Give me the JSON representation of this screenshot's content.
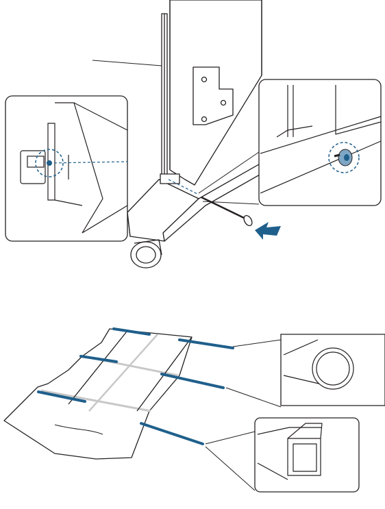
{
  "figure": {
    "panels": [
      {
        "id": "stand-leg-assembly",
        "description_icons": [
          "stand-upright",
          "foot-beam",
          "caster-wheel",
          "bolt",
          "push-arrow",
          "dashed-guide"
        ]
      },
      {
        "id": "paper-rods",
        "description_icons": [
          "paper-sheet",
          "round-rod",
          "square-rod"
        ]
      }
    ],
    "colors": {
      "line": "#231f20",
      "accent": "#1f5f8b",
      "accent_fill": "#7fa6c4",
      "panel_fill": "#f2f2f2",
      "shadow": "#c8c8c8"
    }
  }
}
